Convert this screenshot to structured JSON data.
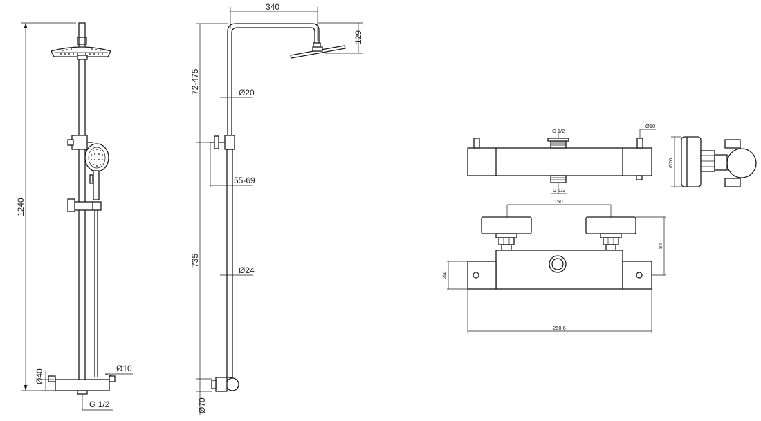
{
  "views": {
    "front": {
      "dim_height": "1240",
      "dim_valve_diameter": "Ø40",
      "dim_pin_diameter": "Ø10",
      "dim_inlet_thread": "G 1/2"
    },
    "side": {
      "dim_arm_reach": "340",
      "dim_head_drop": "129",
      "dim_upper_adjust": "72-475",
      "dim_upper_pipe": "Ø20",
      "dim_offset": "55-69",
      "dim_lower_length": "735",
      "dim_lower_pipe": "Ø24",
      "dim_body_diameter": "Ø70"
    },
    "mixer_top": {
      "dim_top_outlet": "G 1/2",
      "dim_pin": "Ø10",
      "dim_bottom_inlet": "G 1/2"
    },
    "mixer_end": {
      "dim_body": "Ø70"
    },
    "mixer_front": {
      "dim_centers": "150",
      "dim_depth": "84",
      "dim_end_cap": "Ø40",
      "dim_length": "260.6"
    }
  }
}
